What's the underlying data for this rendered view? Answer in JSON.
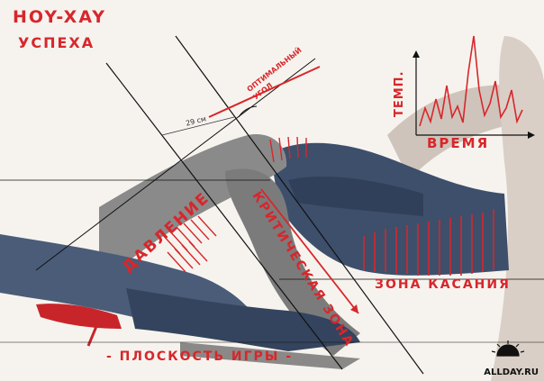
{
  "labels": {
    "title_line1": "HOY-XAY",
    "title_line2": "УСПЕХА",
    "optimal_angle_line1": "ОПТИМАЛЬНЫЙ",
    "optimal_angle_line2": "УГОЛ",
    "distance": "29 см",
    "temperature_axis": "ТЕМП.",
    "time_axis": "ВРЕМЯ",
    "pressure": "ДАВЛЕНИЕ",
    "critical_zone": "КРИТИЧЕСКАЯ ЗОНА",
    "contact_zone": "ЗОНА КАСАНИЯ",
    "play_plane": "- ПЛОСКОСТЬ ИГРЫ -"
  },
  "watermark": "ALLDAY.RU",
  "colors": {
    "accent": "#d8262b",
    "denim": "#3d4f6b",
    "stocking": "#8a8a8a",
    "background": "#f6f3ee"
  }
}
